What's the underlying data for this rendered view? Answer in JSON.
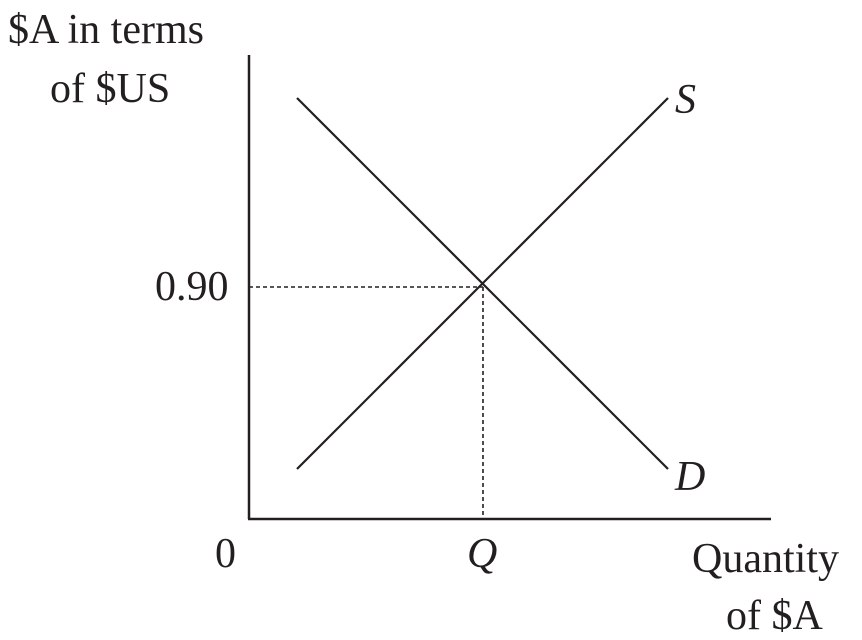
{
  "y_axis_label": [
    "$A in terms",
    "of $US"
  ],
  "x_axis_label": [
    "Quantity",
    "of $A"
  ],
  "origin_label": "0",
  "equilibrium_price_label": "0.90",
  "equilibrium_quantity_label": "Q",
  "supply_curve_label": "S",
  "demand_curve_label": "D",
  "colors": {
    "ink": "#231f20",
    "background": "#ffffff"
  }
}
